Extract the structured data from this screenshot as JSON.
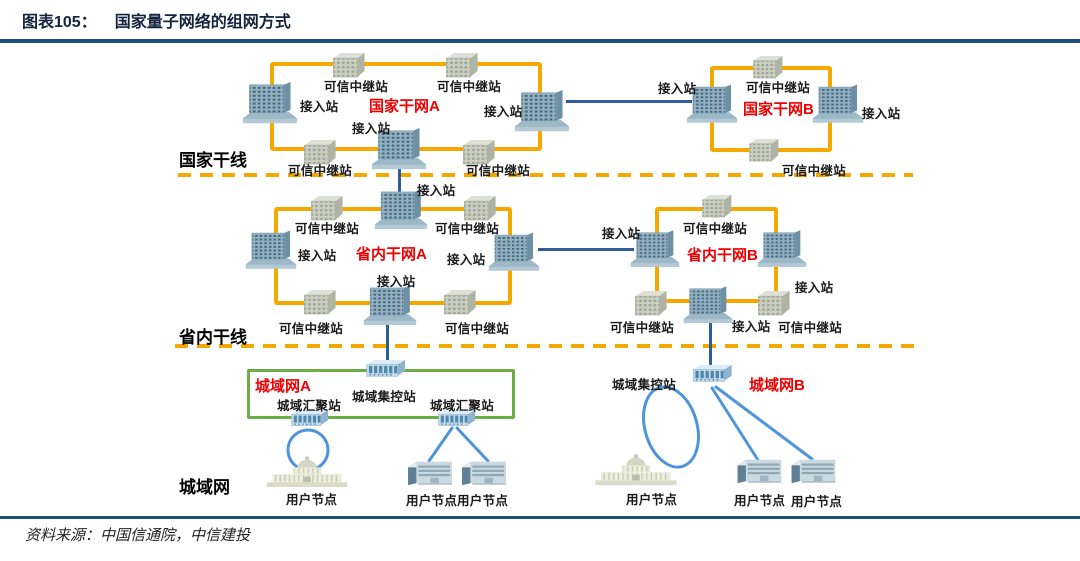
{
  "header": {
    "figure_label": "图表105：",
    "figure_title": "国家量子网络的组网方式"
  },
  "sections": {
    "national": "国家干线",
    "provincial": "省内干线",
    "metro": "城域网"
  },
  "networks": {
    "national_a": "国家干网A",
    "national_b": "国家干网B",
    "provincial_a": "省内干网A",
    "provincial_b": "省内干网B",
    "metro_a": "城域网A",
    "metro_b": "城域网B"
  },
  "node_labels": {
    "relay": "可信中继站",
    "access": "接入站",
    "metro_control": "城域集控站",
    "metro_agg": "城域汇聚站",
    "user": "用户节点"
  },
  "footer": {
    "source": "资料来源：中国信通院，中信建投"
  },
  "colors": {
    "ring_yellow": "#F5A800",
    "trunk_link_blue": "#2D5E99",
    "metro_link_blue": "#4D94DB",
    "metro_box_green": "#6CAE45",
    "network_name_red": "#EE0000",
    "rule_navy": "#1F4E79"
  }
}
